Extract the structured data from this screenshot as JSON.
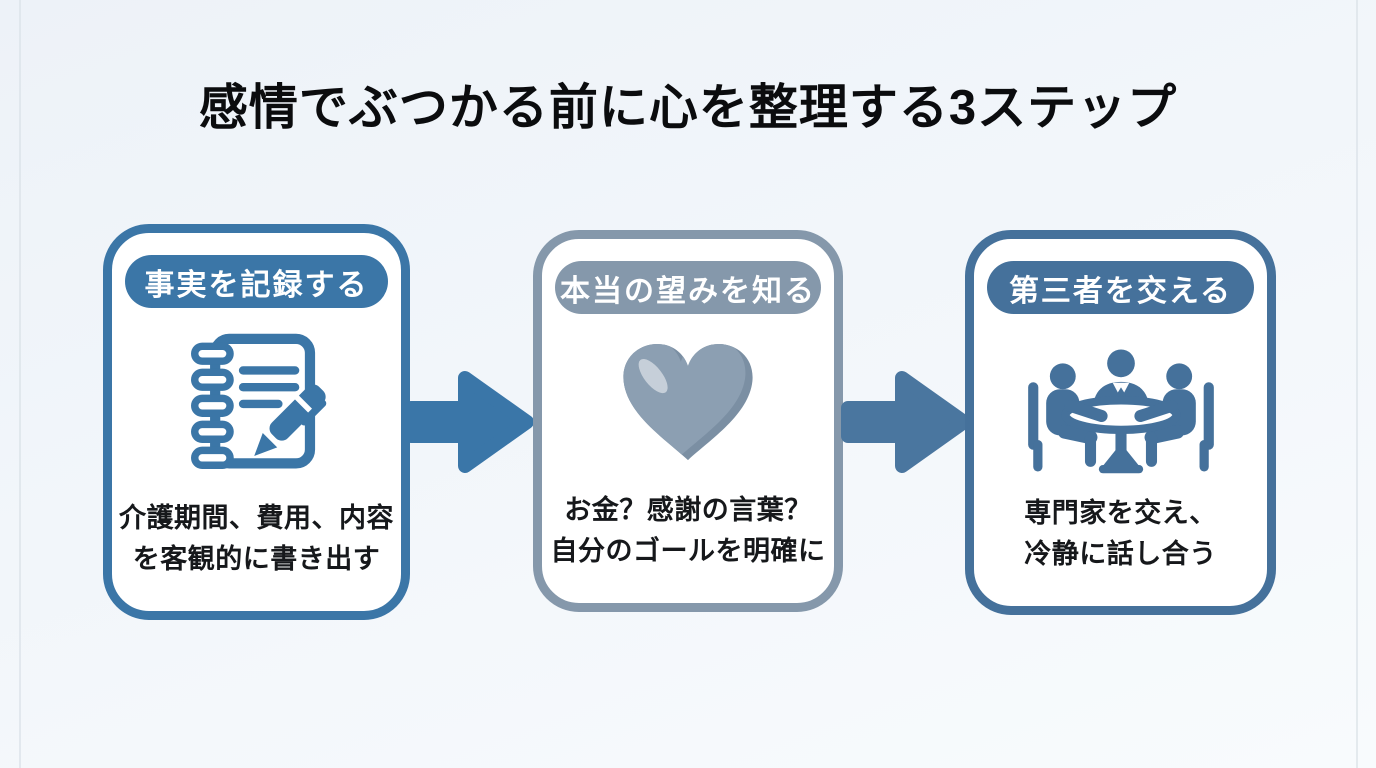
{
  "title": "感情でぶつかる前に心を整理する3ステップ",
  "colors": {
    "background-top": "#edf2f8",
    "background-bottom": "#f8fbfd",
    "title-text": "#0b0c0e",
    "body-text": "#16181b",
    "card-bg": "#ffffff",
    "card1-accent": "#3b76a7",
    "card2-accent": "#8598ab",
    "card3-accent": "#45719b",
    "arrow1-color": "#3a76a8",
    "arrow2-color": "#4a769f",
    "heart-base": "#8c9fb2",
    "heart-shade": "#7b8fa3"
  },
  "steps": [
    {
      "label": "事実を記録する",
      "icon": "notebook-pen-icon",
      "description": "介護期間、費用、内容\nを客観的に書き出す",
      "accent": "#3b76a7"
    },
    {
      "label": "本当の望みを知る",
      "icon": "heart-icon",
      "description": "お金？感謝の言葉？\n自分のゴールを明確に",
      "accent": "#8598ab"
    },
    {
      "label": "第三者を交える",
      "icon": "people-meeting-icon",
      "description": "専門家を交え、\n冷静に話し合う",
      "accent": "#45719b"
    }
  ]
}
